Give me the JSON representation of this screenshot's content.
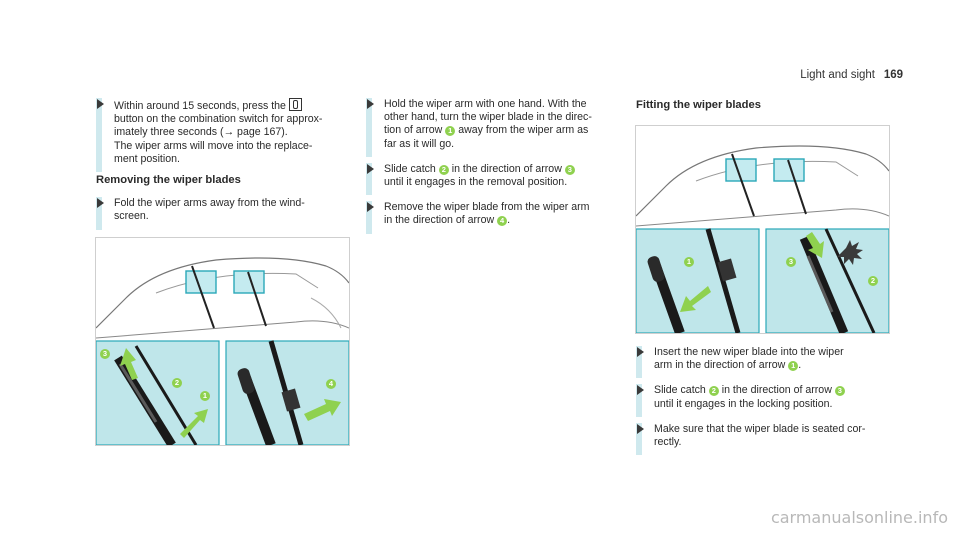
{
  "header": {
    "section": "Light and sight",
    "page_number": "169"
  },
  "column1": {
    "step1": {
      "l1a": "Within around 15 seconds, press the",
      "l1_icon": "wiper-button-icon",
      "l2": "button on the combination switch for approx-",
      "l3": "imately three seconds (→ page 167).",
      "l4": "The wiper arms will move into the replace-",
      "l5": "ment position."
    },
    "heading": "Removing the wiper blades",
    "step2": {
      "l1": "Fold the wiper arms away from the wind-",
      "l2": "screen."
    }
  },
  "column2": {
    "step1": {
      "l1": "Hold the wiper arm with one hand. With the",
      "l2": "other hand, turn the wiper blade in the direc-",
      "l3a": "tion of arrow",
      "l3_num": "1",
      "l3b": "away from the wiper arm as",
      "l4": "far as it will go."
    },
    "step2": {
      "l1a": "Slide catch",
      "l1_num": "2",
      "l1b": "in the direction of arrow",
      "l1_num2": "3",
      "l2": "until it engages in the removal position."
    },
    "step3": {
      "l1": "Remove the wiper blade from the wiper arm",
      "l2a": "in the direction of arrow",
      "l2_num": "4",
      "l2b": "."
    }
  },
  "column3": {
    "heading": "Fitting the wiper blades",
    "step1": {
      "l1": "Insert the new wiper blade into the wiper",
      "l2a": "arm in the direction of arrow",
      "l2_num": "1",
      "l2b": "."
    },
    "step2": {
      "l1a": "Slide catch",
      "l1_num": "2",
      "l1b": "in the direction of arrow",
      "l1_num2": "3",
      "l2": "until it engages in the locking position."
    },
    "step3": {
      "l1": "Make sure that the wiper blade is seated cor-",
      "l2": "rectly."
    }
  },
  "figure_removing": {
    "callouts": [
      "3",
      "2",
      "1",
      "4"
    ]
  },
  "figure_fitting": {
    "callouts": [
      "1",
      "3",
      "2"
    ]
  },
  "watermark": "carmanualsonline.info",
  "colors": {
    "callout": "#8fd14f",
    "panel": "#bfe6ea",
    "arrow_fill": "#8fd14f",
    "bar": "#cfe9ee"
  }
}
